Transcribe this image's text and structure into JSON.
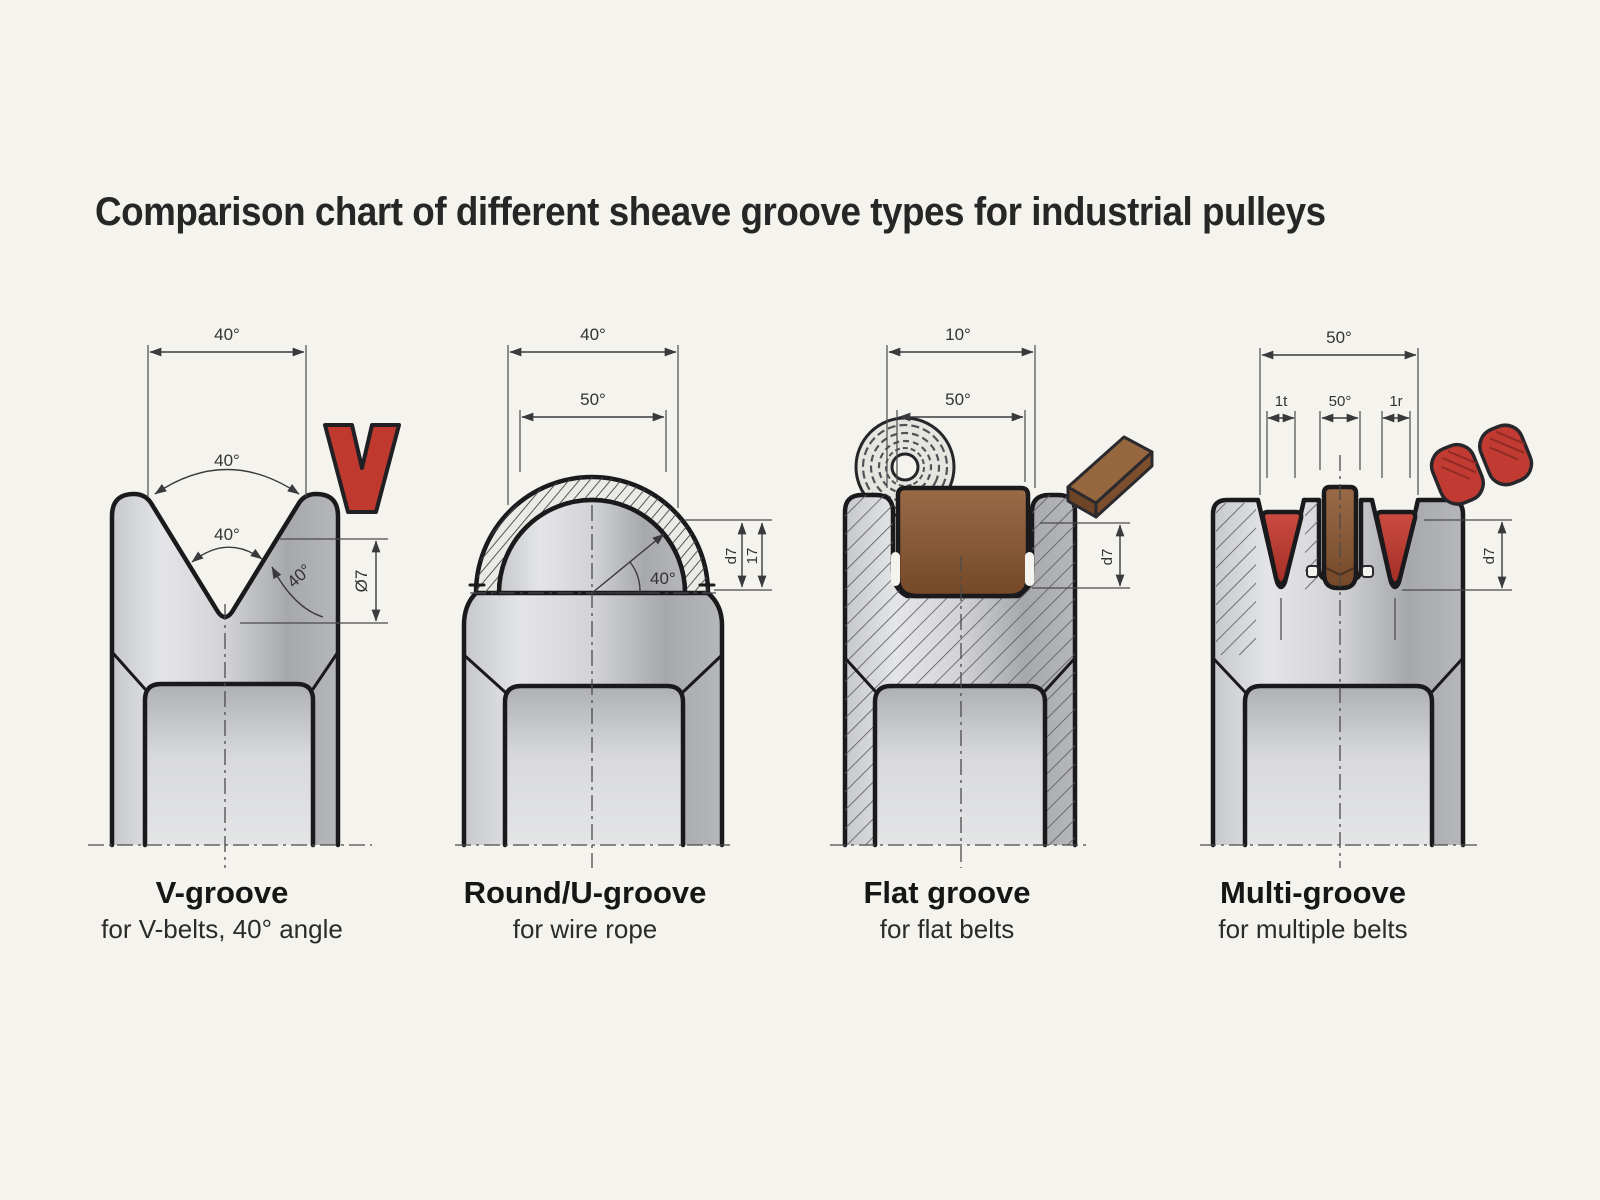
{
  "title": "Comparison chart of different sheave groove types for industrial pulleys",
  "panels": [
    {
      "name": "V-groove",
      "caption": "for V-belts, 40° angle",
      "icon": "v-belt-icon",
      "dims": {
        "top_width": "40°",
        "upper_arc": "40°",
        "inner_arc": "40°",
        "flank_angle": "40°",
        "depth": "Ø7"
      }
    },
    {
      "name": "Round/U-groove",
      "caption": "for wire rope",
      "icon": "wire-rope-icon",
      "dims": {
        "top_width": "40°",
        "inner_width": "50°",
        "radius_angle": "40°",
        "depth_outer": "d7",
        "depth_inner": "17"
      }
    },
    {
      "name": "Flat groove",
      "caption": "for flat belts",
      "icon": "flat-belt-icon",
      "dims": {
        "top_width": "10°",
        "inner_width": "50°",
        "depth": "d7"
      }
    },
    {
      "name": "Multi-groove",
      "caption": "for multiple belts",
      "icon": "multi-belt-icon",
      "dims": {
        "top_width": "50°",
        "pitch_left": "1t",
        "center_width": "50°",
        "pitch_right": "1r",
        "depth": "d7"
      }
    }
  ],
  "colors": {
    "background": "#f5f3ed",
    "metal_light": "#e6e7e8",
    "metal_dark": "#a8aaad",
    "outline": "#1a1a1d",
    "belt_red": "#c0392e",
    "belt_brown": "#8a5a3a",
    "dimension_lines": "#3a3a3d"
  }
}
